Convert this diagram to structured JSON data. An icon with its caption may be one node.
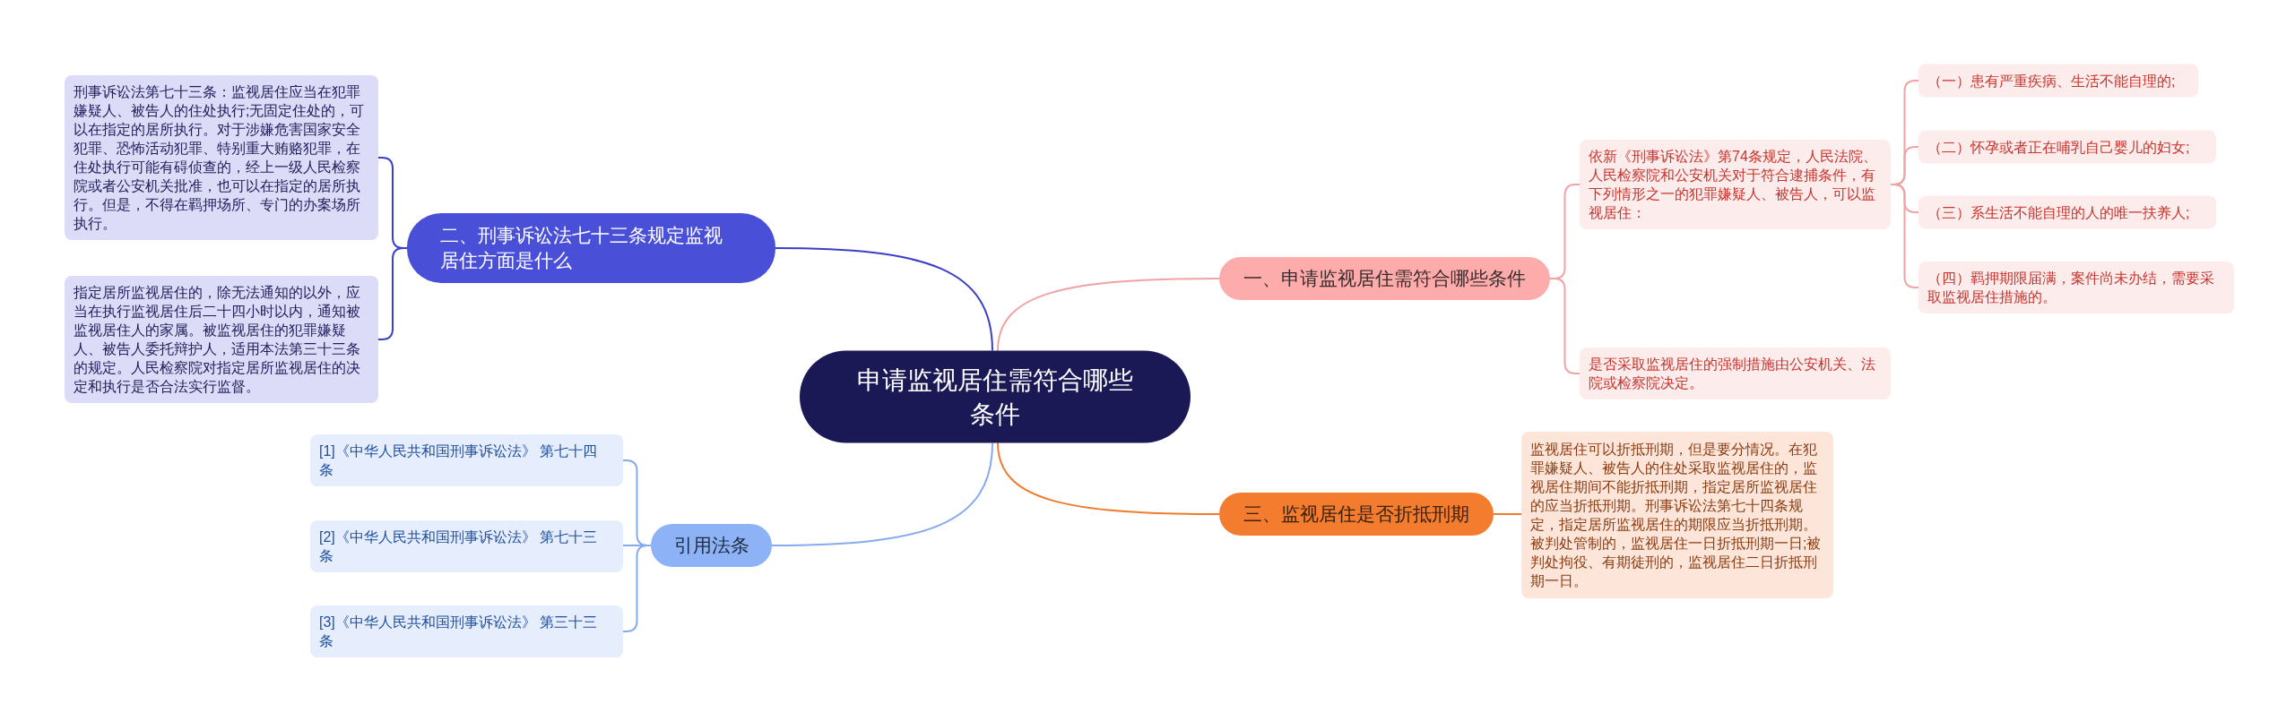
{
  "diagram": {
    "nodes": [
      {
        "text": [
          "申请监视居住需符合哪些条件"
        ]
      },
      {
        "text": [
          "一、申请监视居住需符合哪些条件"
        ]
      },
      {
        "text": [
          "依新《刑事诉讼法》第74条规定，人民法院、人民检察院和公安机关对于符合逮捕条件，有下列情形之一的犯罪嫌疑人、被告人，可以监视居住："
        ]
      },
      {
        "text": [
          "（一）患有严重疾病、生活不能自理的;"
        ]
      },
      {
        "text": [
          "（二）怀孕或者正在哺乳自己婴儿的妇女;"
        ]
      },
      {
        "text": [
          "（三）系生活不能自理的人的唯一扶养人;"
        ]
      },
      {
        "text": [
          "（四）羁押期限届满，案件尚未办结，需要采取监视居住措施的。"
        ]
      },
      {
        "text": [
          "是否采取监视居住的强制措施由公安机关、法院或检察院决定。"
        ]
      },
      {
        "text": [
          "三、监视居住是否折抵刑期"
        ]
      },
      {
        "text": [
          "监视居住可以折抵刑期，但是要分情况。在犯罪嫌疑人、被告人的住处采取监视居住的，监视居住期间不能折抵刑期，指定居所监视居住的应当折抵刑期。刑事诉讼法第七十四条规定，指定居所监视居住的期限应当折抵刑期。被判处管制的，监视居住一日折抵刑期一日;被判处拘役、有期徒刑的，监视居住二日折抵刑期一日。"
        ]
      },
      {
        "text": [
          "二、刑事诉讼法七十三条规定监视居住方面是什么"
        ]
      },
      {
        "text": [
          "刑事诉讼法第七十三条：监视居住应当在犯罪嫌疑人、被告人的住处执行;无固定住处的，可以在指定的居所执行。对于涉嫌危害国家安全犯罪、恐怖活动犯罪、特别重大贿赂犯罪，在住处执行可能有碍侦查的，经上一级人民检察院或者公安机关批准，也可以在指定的居所执行。但是，不得在羁押场所、专门的办案场所执行。"
        ]
      },
      {
        "text": [
          "指定居所监视居住的，除无法通知的以外，应当在执行监视居住后二十四小时以内，通知被监视居住人的家属。被监视居住的犯罪嫌疑人、被告人委托辩护人，适用本法第三十三条的规定。人民检察院对指定居所监视居住的决定和执行是否合法实行监督。"
        ]
      },
      {
        "text": [
          "引用法条"
        ]
      },
      {
        "text": [
          "[1]《中华人民共和国刑事诉讼法》 第七十四条"
        ]
      },
      {
        "text": [
          "[2]《中华人民共和国刑事诉讼法》 第七十三条"
        ]
      },
      {
        "text": [
          "[3]《中华人民共和国刑事诉讼法》 第三十三条"
        ]
      }
    ],
    "edges": [
      {
        "from": 0,
        "to": 1,
        "arrow": "none",
        "color": "#f0a3a3"
      },
      {
        "from": 1,
        "to": 2,
        "arrow": "none",
        "color": "#f0a3a3"
      },
      {
        "from": 2,
        "to": 3,
        "arrow": "none",
        "color": "#f0a3a3"
      },
      {
        "from": 2,
        "to": 4,
        "arrow": "none",
        "color": "#f0a3a3"
      },
      {
        "from": 2,
        "to": 5,
        "arrow": "none",
        "color": "#f0a3a3"
      },
      {
        "from": 2,
        "to": 6,
        "arrow": "none",
        "color": "#f0a3a3"
      },
      {
        "from": 1,
        "to": 7,
        "arrow": "none",
        "color": "#f0a3a3"
      },
      {
        "from": 0,
        "to": 8,
        "arrow": "none",
        "color": "#ef7b2f"
      },
      {
        "from": 8,
        "to": 9,
        "arrow": "none",
        "color": "#ef7b2f"
      },
      {
        "from": 0,
        "to": 10,
        "arrow": "none",
        "color": "#3b3fc4"
      },
      {
        "from": 10,
        "to": 11,
        "arrow": "none",
        "color": "#3b3fc4"
      },
      {
        "from": 10,
        "to": 12,
        "arrow": "none",
        "color": "#3b3fc4"
      },
      {
        "from": 0,
        "to": 13,
        "arrow": "none",
        "color": "#86aaf0"
      },
      {
        "from": 13,
        "to": 14,
        "arrow": "none",
        "color": "#86aaf0"
      },
      {
        "from": 13,
        "to": 15,
        "arrow": "none",
        "color": "#86aaf0"
      },
      {
        "from": 13,
        "to": 16,
        "arrow": "none",
        "color": "#86aaf0"
      }
    ]
  }
}
